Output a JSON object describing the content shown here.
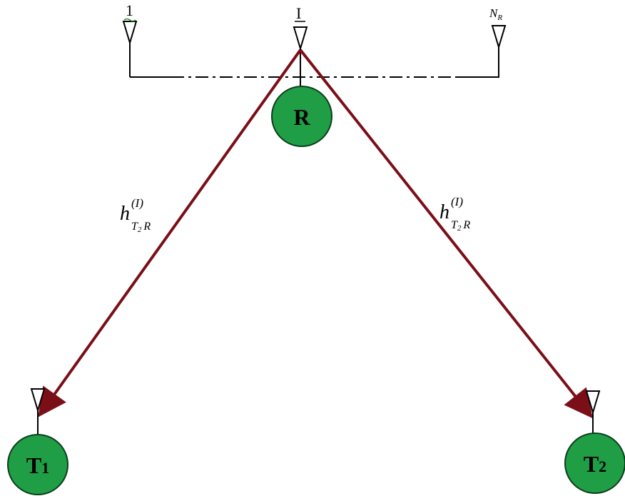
{
  "colors": {
    "node_fill": "#1f9e46",
    "node_stroke": "#0b3d1c",
    "channel_arrow": "#7a0f18",
    "line": "#000000"
  },
  "antennas": {
    "first_label": "1",
    "middle_label": "I",
    "last_label_main": "N",
    "last_label_sub": "R"
  },
  "nodes": {
    "relay": {
      "label": "R"
    },
    "terminal_1": {
      "label_main": "T",
      "label_sub": "1"
    },
    "terminal_2": {
      "label_main": "T",
      "label_sub": "2"
    }
  },
  "channels": {
    "left": {
      "base": "h",
      "superscript": "(I)",
      "sub_main": "T",
      "sub_index": "2",
      "sub_tail": "R"
    },
    "right": {
      "base": "h",
      "superscript": "(I)",
      "sub_main": "T",
      "sub_index": "2",
      "sub_tail": "R"
    }
  }
}
